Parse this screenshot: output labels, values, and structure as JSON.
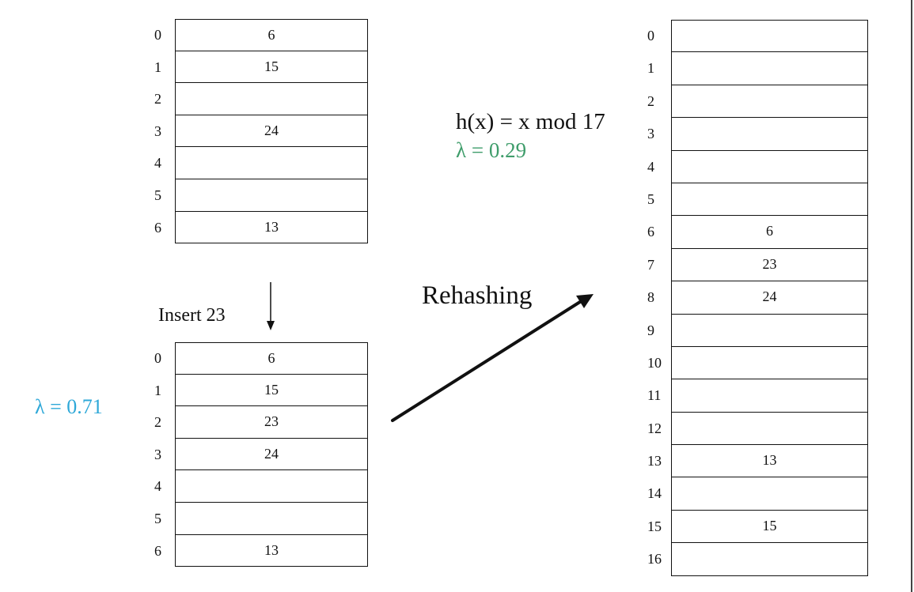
{
  "table_before": {
    "rows": [
      {
        "index": "0",
        "value": "6"
      },
      {
        "index": "1",
        "value": "15"
      },
      {
        "index": "2",
        "value": ""
      },
      {
        "index": "3",
        "value": "24"
      },
      {
        "index": "4",
        "value": ""
      },
      {
        "index": "5",
        "value": ""
      },
      {
        "index": "6",
        "value": "13"
      }
    ]
  },
  "table_after_insert": {
    "rows": [
      {
        "index": "0",
        "value": "6"
      },
      {
        "index": "1",
        "value": "15"
      },
      {
        "index": "2",
        "value": "23"
      },
      {
        "index": "3",
        "value": "24"
      },
      {
        "index": "4",
        "value": ""
      },
      {
        "index": "5",
        "value": ""
      },
      {
        "index": "6",
        "value": "13"
      }
    ]
  },
  "table_rehashed": {
    "rows": [
      {
        "index": "0",
        "value": ""
      },
      {
        "index": "1",
        "value": ""
      },
      {
        "index": "2",
        "value": ""
      },
      {
        "index": "3",
        "value": ""
      },
      {
        "index": "4",
        "value": ""
      },
      {
        "index": "5",
        "value": ""
      },
      {
        "index": "6",
        "value": "6"
      },
      {
        "index": "7",
        "value": "23"
      },
      {
        "index": "8",
        "value": "24"
      },
      {
        "index": "9",
        "value": ""
      },
      {
        "index": "10",
        "value": ""
      },
      {
        "index": "11",
        "value": ""
      },
      {
        "index": "12",
        "value": ""
      },
      {
        "index": "13",
        "value": "13"
      },
      {
        "index": "14",
        "value": ""
      },
      {
        "index": "15",
        "value": "15"
      },
      {
        "index": "16",
        "value": ""
      }
    ]
  },
  "labels": {
    "insert": "Insert 23",
    "rehashing": "Rehashing",
    "hash_function": "h(x) = x mod 17",
    "lambda_new": "λ = 0.29",
    "lambda_old": "λ = 0.71"
  },
  "colors": {
    "lambda_new": "#3f9d6b",
    "lambda_old": "#2ea8d8",
    "line": "#111111"
  }
}
